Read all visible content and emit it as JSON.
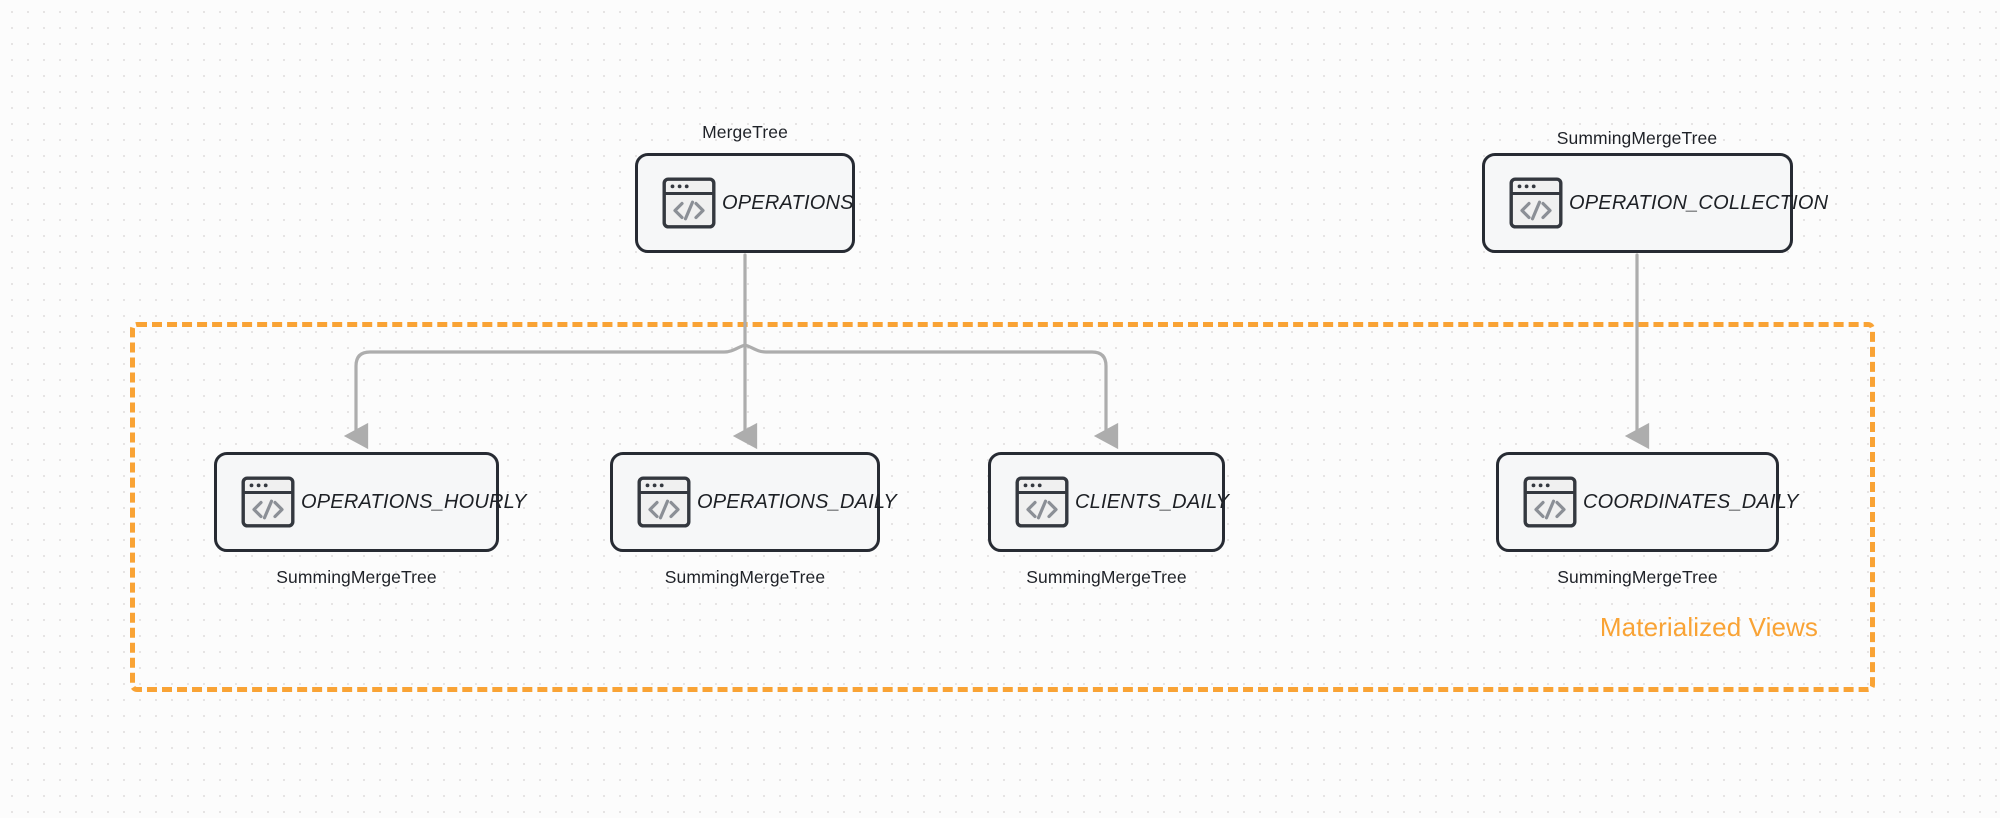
{
  "diagram": {
    "title": "ClickHouse table and materialized view topology",
    "background": {
      "canvas_color": "#fcfcfc",
      "dot_color": "#e6e4e4"
    },
    "group": {
      "label": "Materialized Views",
      "color": "#f9a335",
      "style": "dashed"
    },
    "source_nodes": [
      {
        "id": "operations",
        "label": "OPERATIONS",
        "engine": "MergeTree",
        "engine_position": "above",
        "icon": "code-window-icon"
      },
      {
        "id": "operation_collection",
        "label": "OPERATION_COLLECTION",
        "engine": "SummingMergeTree",
        "engine_position": "above",
        "icon": "code-window-icon"
      }
    ],
    "view_nodes": [
      {
        "id": "operations_hourly",
        "label": "OPERATIONS_HOURLY",
        "engine": "SummingMergeTree",
        "engine_position": "below",
        "icon": "code-window-icon"
      },
      {
        "id": "operations_daily",
        "label": "OPERATIONS_DAILY",
        "engine": "SummingMergeTree",
        "engine_position": "below",
        "icon": "code-window-icon"
      },
      {
        "id": "clients_daily",
        "label": "CLIENTS_DAILY",
        "engine": "SummingMergeTree",
        "engine_position": "below",
        "icon": "code-window-icon"
      },
      {
        "id": "coordinates_daily",
        "label": "COORDINATES_DAILY",
        "engine": "SummingMergeTree",
        "engine_position": "below",
        "icon": "code-window-icon"
      }
    ],
    "edges": [
      {
        "from": "operations",
        "to": "operations_hourly",
        "color": "#adadad"
      },
      {
        "from": "operations",
        "to": "operations_daily",
        "color": "#adadad"
      },
      {
        "from": "operations",
        "to": "clients_daily",
        "color": "#adadad"
      },
      {
        "from": "operation_collection",
        "to": "coordinates_daily",
        "color": "#adadad"
      }
    ]
  }
}
